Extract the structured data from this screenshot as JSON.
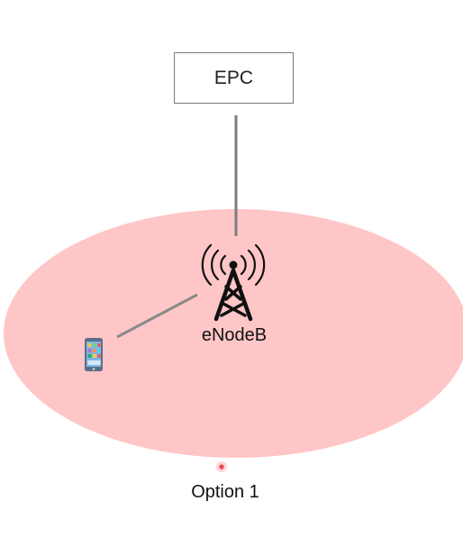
{
  "core_node": {
    "label": "EPC"
  },
  "base_station": {
    "label": "eNodeB",
    "icon": "cell-tower-icon"
  },
  "user_device": {
    "icon": "smartphone-icon"
  },
  "coverage_area": {
    "fill_color": "#ffc6c7"
  },
  "caption": {
    "label": "Option 1",
    "marker_color": "#e8474b"
  }
}
